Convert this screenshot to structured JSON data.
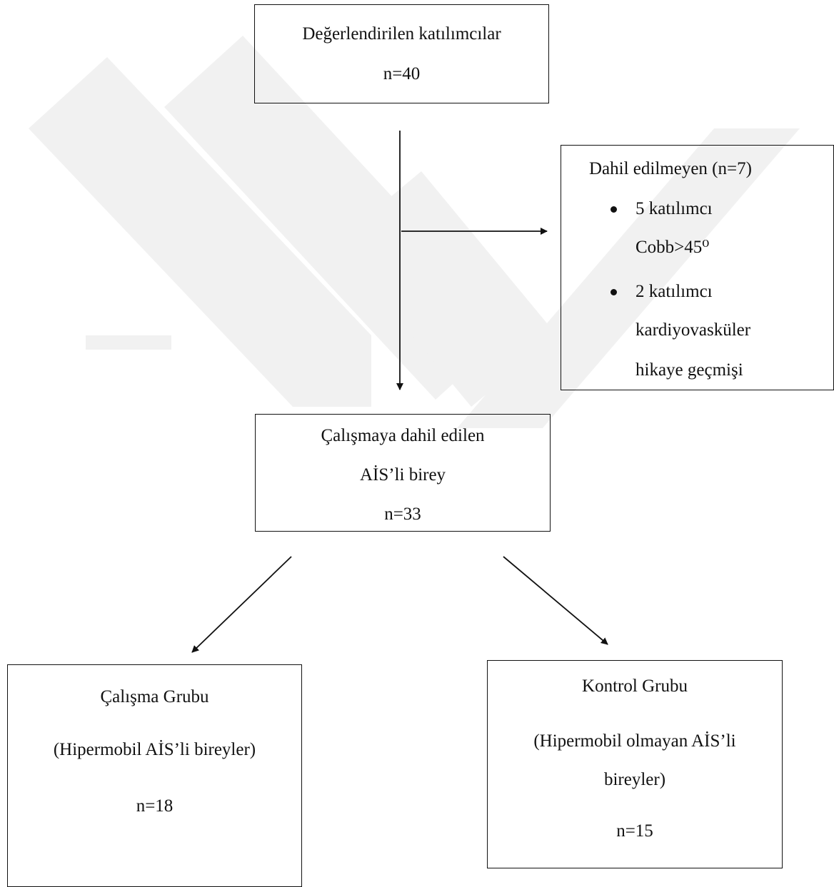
{
  "boxes": {
    "evaluated": {
      "title": "Değerlendirilen katılımcılar",
      "count": "n=40"
    },
    "excluded": {
      "title": "Dahil edilmeyen (n=7)",
      "items": [
        {
          "line1": "5 katılımcı",
          "line2": "Cobb>45⁰"
        },
        {
          "line1": "2 katılımcı",
          "line2": "kardiyovasküler",
          "line3": "hikaye geçmişi"
        }
      ]
    },
    "included": {
      "line1": "Çalışmaya dahil edilen",
      "line2": "AİS’li birey",
      "count": "n=33"
    },
    "study_group": {
      "title": "Çalışma Grubu",
      "description": "(Hipermobil AİS’li bireyler)",
      "count": "n=18"
    },
    "control_group": {
      "title": "Kontrol Grubu",
      "description_line1": "(Hipermobil olmayan AİS’li",
      "description_line2": "bireyler)",
      "count": "n=15"
    }
  },
  "colors": {
    "line": "#111111",
    "watermark": "#f1f1f1"
  }
}
